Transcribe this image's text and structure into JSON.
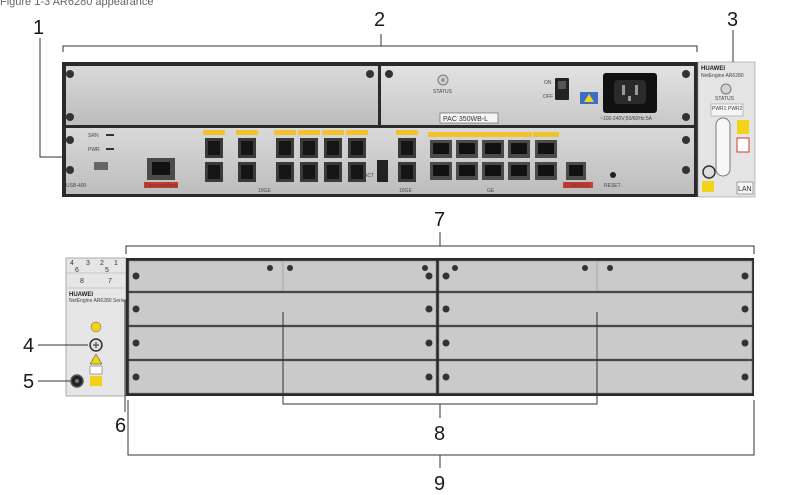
{
  "figure_caption": "Figure 1-3 AR6280 appearance",
  "callouts": [
    "1",
    "2",
    "3",
    "4",
    "5",
    "6",
    "7",
    "8",
    "9"
  ],
  "front_panel": {
    "power_module_label": "PAC 350WB-L",
    "status_label": "STATUS",
    "switch_on": "ON",
    "switch_off": "OFF",
    "power_rating": "~100-240V;50/60Hz;5A",
    "brand": "HUAWEI",
    "model": "NetEngine AR6280",
    "srn_label": "SRN",
    "pwr_label": "PWR",
    "usb_label": "USB-400",
    "mgmt_label": "Ethernet/Mgmt",
    "act_label": "ACT",
    "tenge_label": "10GE",
    "ge_label": "GE",
    "console_label": "CONSOLE",
    "reset_label": "RESET",
    "lan_label": "LAN",
    "pwr_id_labels": [
      "PWR1",
      "PWR2"
    ]
  },
  "rear_panel": {
    "brand": "HUAWEI",
    "model": "NetEngine AR6280 Series",
    "slot_numbers": [
      "4",
      "3",
      "2",
      "1",
      "6",
      "5",
      "8",
      "7"
    ]
  },
  "colors": {
    "panel": "#c9c9c9",
    "panel_dark": "#1e1e1e",
    "port_yellow": "#f2c12e",
    "console_red": "#cf3a2e",
    "warning_yellow": "#f3d21a",
    "power_blue": "#3a6fc4"
  }
}
